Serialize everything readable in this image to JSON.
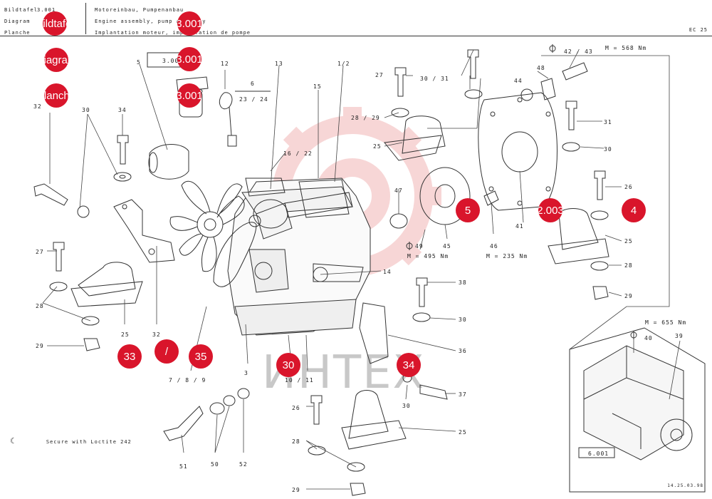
{
  "header": {
    "row_labels": [
      "Bildtafel",
      "Diagram",
      "Planche"
    ],
    "code": "3.001",
    "titles": [
      "Motoreinbau, Pumpenanbau",
      "Engine assembly, pump assembly",
      "Implantation moteur, implantation de pompe"
    ],
    "model": "EC 25"
  },
  "reference_boxes": {
    "top": "3.001",
    "bottom": "6.001"
  },
  "part_labels": [
    {
      "id": "p-32",
      "text": "32"
    },
    {
      "id": "p-30a",
      "text": "30"
    },
    {
      "id": "p-34",
      "text": "34"
    },
    {
      "id": "p-5",
      "text": "5"
    },
    {
      "id": "p-12",
      "text": "12"
    },
    {
      "id": "p-6",
      "text": "6"
    },
    {
      "id": "p-23-24",
      "text": "23 / 24"
    },
    {
      "id": "p-13",
      "text": "13"
    },
    {
      "id": "p-15",
      "text": "15"
    },
    {
      "id": "p-1-2",
      "text": "1/2"
    },
    {
      "id": "p-16-22",
      "text": "16 / 22"
    },
    {
      "id": "p-27a",
      "text": "27"
    },
    {
      "id": "p-30-31",
      "text": "30 / 31"
    },
    {
      "id": "p-28-29a",
      "text": "28 / 29"
    },
    {
      "id": "p-25a",
      "text": "25"
    },
    {
      "id": "p-42-43",
      "text": "42 / 43"
    },
    {
      "id": "p-48",
      "text": "48"
    },
    {
      "id": "p-44",
      "text": "44"
    },
    {
      "id": "p-31",
      "text": "31"
    },
    {
      "id": "p-30b",
      "text": "30"
    },
    {
      "id": "p-26a",
      "text": "26"
    },
    {
      "id": "p-25b",
      "text": "25"
    },
    {
      "id": "p-28a",
      "text": "28"
    },
    {
      "id": "p-29a",
      "text": "29"
    },
    {
      "id": "p-47",
      "text": "47"
    },
    {
      "id": "p-41",
      "text": "41"
    },
    {
      "id": "p-45",
      "text": "45"
    },
    {
      "id": "p-46",
      "text": "46"
    },
    {
      "id": "p-49",
      "text": "49"
    },
    {
      "id": "p-27b",
      "text": "27"
    },
    {
      "id": "p-28b",
      "text": "28"
    },
    {
      "id": "p-25c",
      "text": "25"
    },
    {
      "id": "p-29b",
      "text": "29"
    },
    {
      "id": "p-32b",
      "text": "32"
    },
    {
      "id": "p-14",
      "text": "14"
    },
    {
      "id": "p-38",
      "text": "38"
    },
    {
      "id": "p-30c",
      "text": "30"
    },
    {
      "id": "p-36",
      "text": "36"
    },
    {
      "id": "p-3",
      "text": "3"
    },
    {
      "id": "p-7-8-9",
      "text": "7 / 8 / 9"
    },
    {
      "id": "p-10-11",
      "text": "10 / 11"
    },
    {
      "id": "p-30d",
      "text": "30"
    },
    {
      "id": "p-37",
      "text": "37"
    },
    {
      "id": "p-26b",
      "text": "26"
    },
    {
      "id": "p-25d",
      "text": "25"
    },
    {
      "id": "p-28c",
      "text": "28"
    },
    {
      "id": "p-29c",
      "text": "29"
    },
    {
      "id": "p-51",
      "text": "51"
    },
    {
      "id": "p-50",
      "text": "50"
    },
    {
      "id": "p-52",
      "text": "52"
    },
    {
      "id": "p-40",
      "text": "40"
    },
    {
      "id": "p-39",
      "text": "39"
    }
  ],
  "torque_notes": [
    {
      "id": "t-568",
      "text": "M = 568 Nm"
    },
    {
      "id": "t-495",
      "text": "M = 495 Nm"
    },
    {
      "id": "t-235",
      "text": "M = 235 Nm"
    },
    {
      "id": "t-655",
      "text": "M = 655 Nm"
    }
  ],
  "hotspots": [
    {
      "id": "hs-bildtafel",
      "label": "Bildtafel"
    },
    {
      "id": "hs-diagram",
      "label": "Diagram"
    },
    {
      "id": "hs-planche",
      "label": "Planche"
    },
    {
      "id": "hs-3001-a",
      "label": "3.001"
    },
    {
      "id": "hs-3001-b",
      "label": "3.001"
    },
    {
      "id": "hs-3001-c",
      "label": "3.001"
    },
    {
      "id": "hs-5",
      "label": "5"
    },
    {
      "id": "hs-2003",
      "label": "2.003"
    },
    {
      "id": "hs-4",
      "label": "4"
    },
    {
      "id": "hs-33",
      "label": "33"
    },
    {
      "id": "hs-slash",
      "label": "/"
    },
    {
      "id": "hs-35",
      "label": "35"
    },
    {
      "id": "hs-30",
      "label": "30"
    },
    {
      "id": "hs-34",
      "label": "34"
    }
  ],
  "footnote": {
    "text": "Secure with Loctite 242"
  },
  "watermark": "ИНТЕХ",
  "date": "14.25.03.98",
  "colors": {
    "hotspot": "#d9152b",
    "watermark": "#e8a0a0",
    "line": "#333333"
  }
}
